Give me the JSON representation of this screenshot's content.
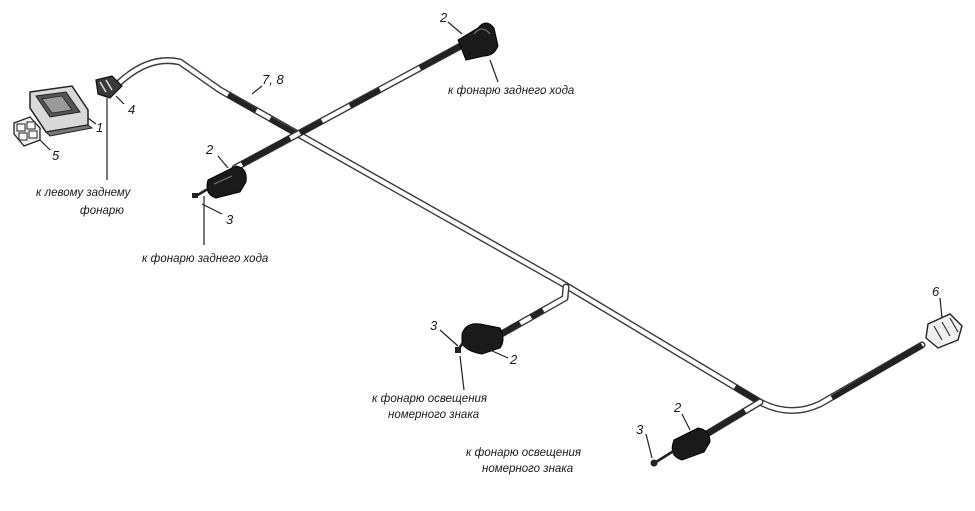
{
  "labels": {
    "part_1": "1",
    "part_2_top": "2",
    "part_2_left": "2",
    "part_2_middle": "2",
    "part_2_bottom": "2",
    "part_3_left": "3",
    "part_3_middle": "3",
    "part_3_bottom": "3",
    "part_4": "4",
    "part_5": "5",
    "part_6": "6",
    "part_7_8": "7, 8"
  },
  "captions": {
    "left_rear_lamp_line1": "к левому заднему",
    "left_rear_lamp_line2": "фонарю",
    "reverse_lamp_top": "к фонарю заднего хода",
    "reverse_lamp_left": "к фонарю заднего хода",
    "plate_lamp_middle_line1": "к фонарю освещения",
    "plate_lamp_middle_line2": "номерного знака",
    "plate_lamp_bottom_line1": "к фонарю освещения",
    "plate_lamp_bottom_line2": "номерного знака"
  }
}
